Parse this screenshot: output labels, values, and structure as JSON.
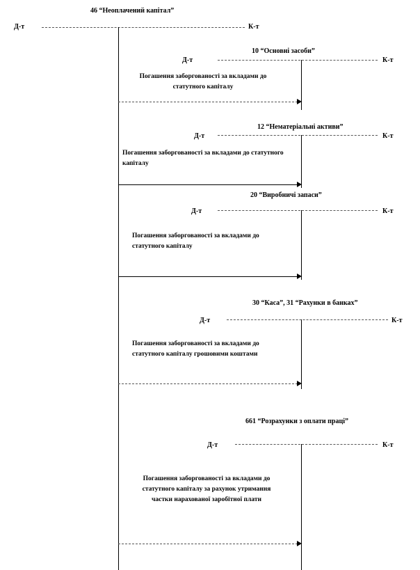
{
  "main_account": {
    "title": "46 “Неоплачений капітал”",
    "debit": "Д-т",
    "credit": "К-т"
  },
  "accounts": [
    {
      "title": "10 “Основні засоби”",
      "debit": "Д-т",
      "credit": "К-т",
      "desc": "Погашення заборгованості за вкладами до статутного капіталу"
    },
    {
      "title": "12 “Нематеріальні активи”",
      "debit": "Д-т",
      "credit": "К-т",
      "desc": "Погашення заборгованості за вкладами до статутного капіталу"
    },
    {
      "title": "20 “Виробничі запаси”",
      "debit": "Д-т",
      "credit": "К-т",
      "desc": "Погашення заборгованості за вкладами до статутного капіталу"
    },
    {
      "title": "30 “Каса”, 31 “Рахунки в банках”",
      "debit": "Д-т",
      "credit": "К-т",
      "desc": "Погашення заборгованості за вкладами до статутного капіталу грошовими коштами"
    },
    {
      "title": "661 “Розрахунки з оплати праці”",
      "debit": "Д-т",
      "credit": "К-т",
      "desc": "Погашення заборгованості за вкладами до статутного капіталу за рахунок утримання частки нарахованої заробітної плати"
    }
  ]
}
